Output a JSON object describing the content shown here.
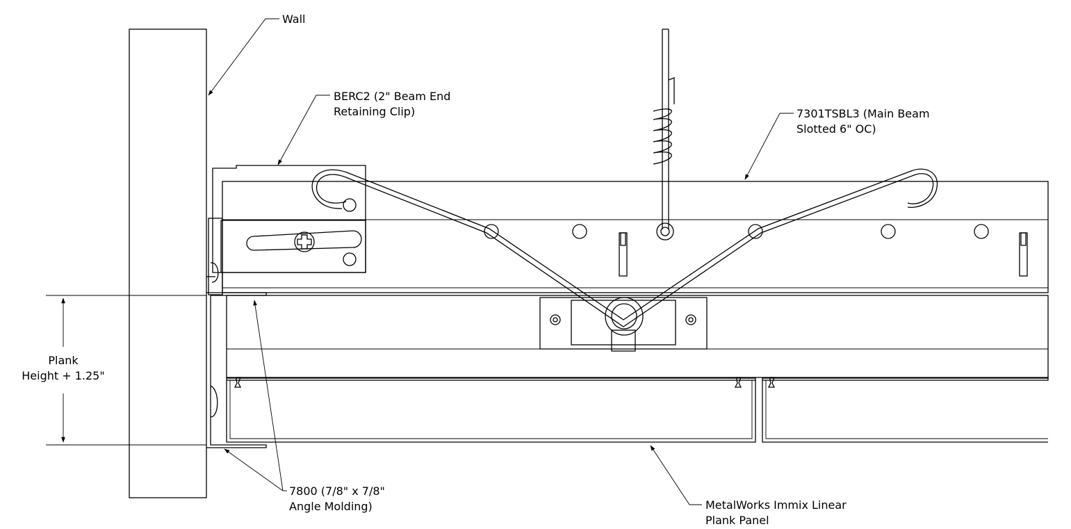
{
  "labels": {
    "wall": "Wall",
    "berc2_line1": "BERC2 (2\" Beam End",
    "berc2_line2": "Retaining Clip)",
    "main_beam_line1": "7301TSBL3 (Main Beam",
    "main_beam_line2": "Slotted 6\" OC)",
    "plank_dim_line1": "Plank",
    "plank_dim_line2": "Height + 1.25\"",
    "angle_line1": "7800 (7/8\" x 7/8\"",
    "angle_line2": "Angle Molding)",
    "panel_line1": "MetalWorks Immix Linear",
    "panel_line2": "Plank Panel"
  }
}
